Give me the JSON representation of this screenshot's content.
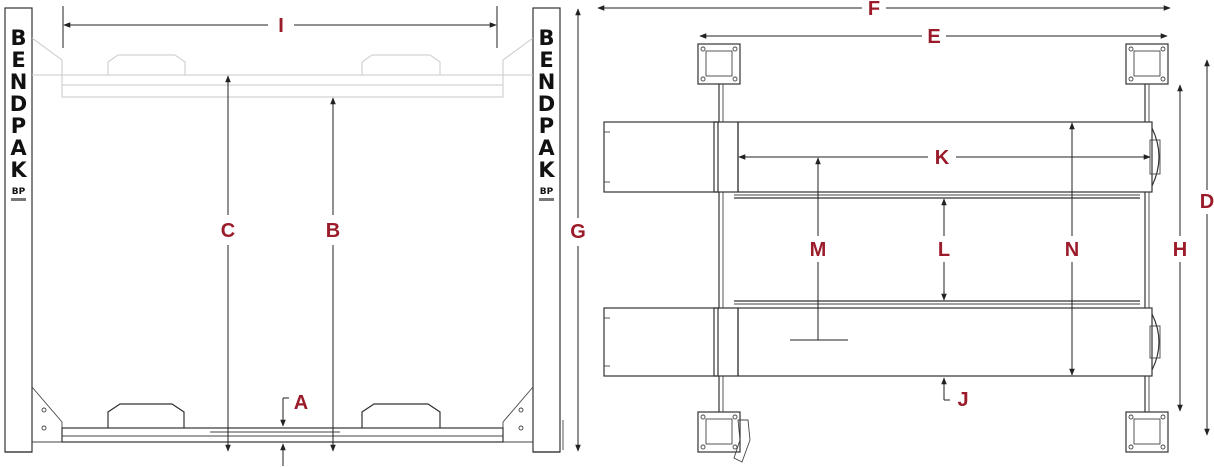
{
  "brand": {
    "name_letters": [
      "B",
      "E",
      "N",
      "D",
      "P",
      "A",
      "K"
    ],
    "badge": "BP"
  },
  "front_view": {
    "dimension_labels": {
      "A": "A",
      "B": "B",
      "C": "C",
      "G": "G",
      "I": "I"
    }
  },
  "top_view": {
    "dimension_labels": {
      "D": "D",
      "E": "E",
      "F": "F",
      "H": "H",
      "J": "J",
      "K": "K",
      "L": "L",
      "M": "M",
      "N": "N"
    }
  },
  "colors": {
    "label": "#9b1b2a",
    "linework": "#333333",
    "faint_linework": "#c9c9c9"
  }
}
